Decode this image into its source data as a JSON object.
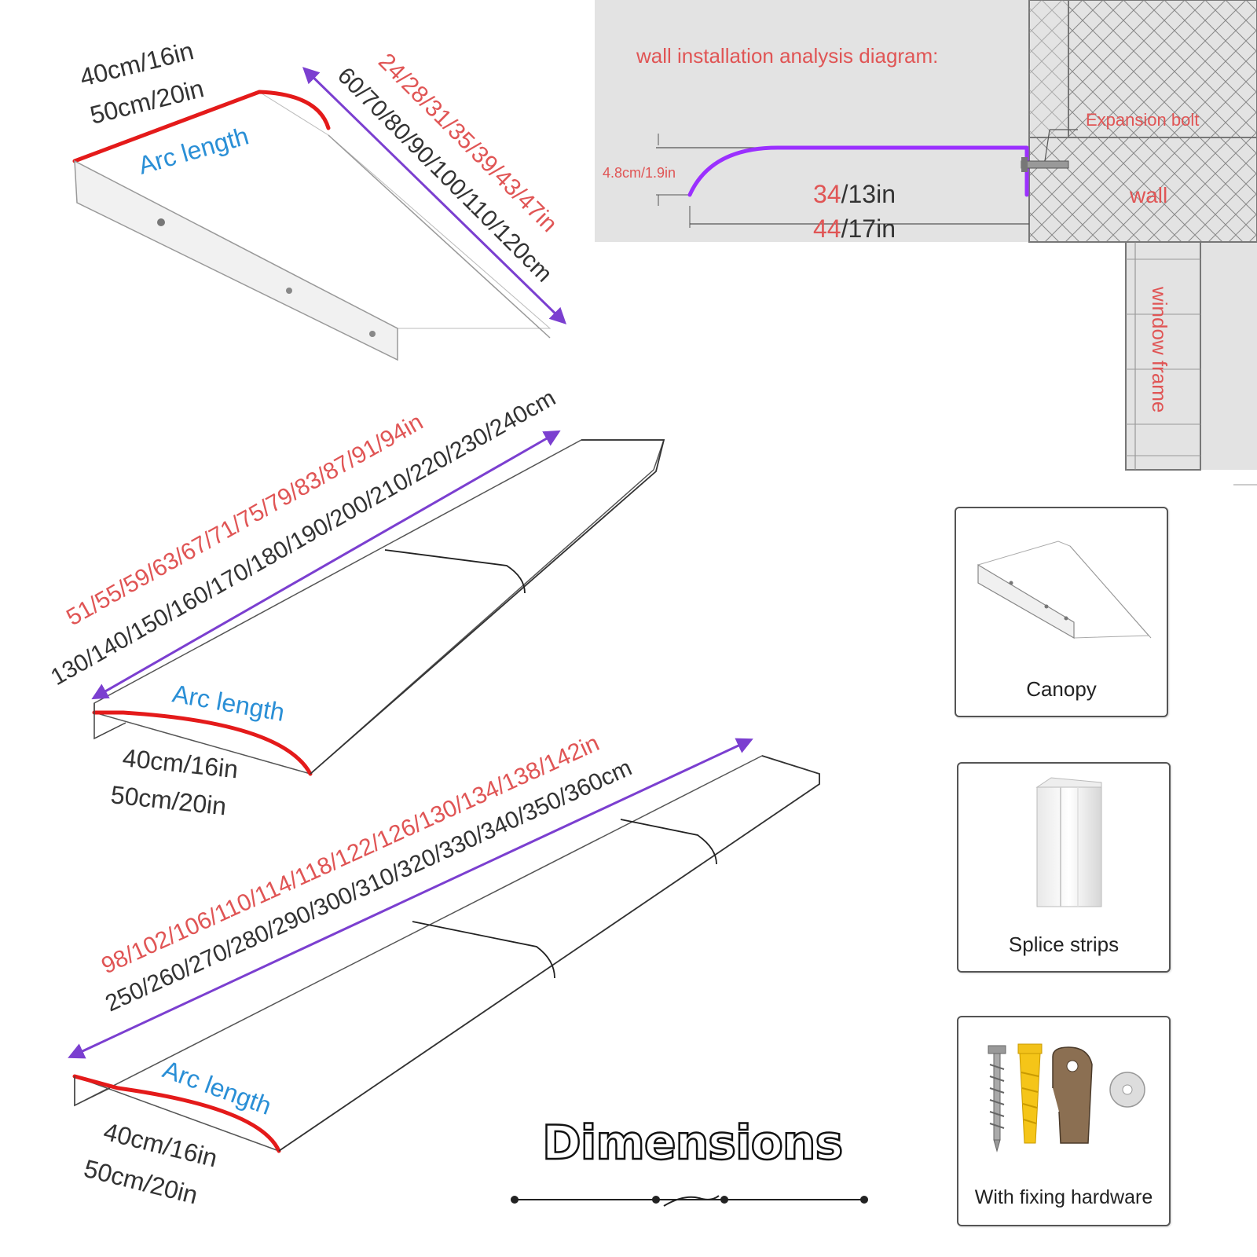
{
  "diagram": {
    "title": "Dimensions",
    "colors": {
      "red_label": "#e05555",
      "gray_label": "#333333",
      "blue_label": "#2a8fd6",
      "arrow": "#7b3fd0",
      "arc_red": "#e41a1a",
      "profile_purple": "#9b30ff"
    }
  },
  "canopy_small": {
    "width_labels": [
      "40cm/16in",
      "50cm/20in"
    ],
    "arc_label": "Arc length",
    "length_in": "24/28/31/35/39/43/47in",
    "length_cm": "60/70/80/90/100/110/120cm"
  },
  "canopy_medium": {
    "length_in": "51/55/59/63/67/71/75/79/83/87/91/94in",
    "length_cm": "130/140/150/160/170/180/190/200/210/220/230/240cm",
    "arc_label": "Arc length",
    "width_labels": [
      "40cm/16in",
      "50cm/20in"
    ]
  },
  "canopy_large": {
    "length_in": "98/102/106/110/114/118/122/126/130/134/138/142in",
    "length_cm": "250/260/270/280/290/300/310/320/330/340/350/360cm",
    "arc_label": "Arc length",
    "width_labels": [
      "40cm/16in",
      "50cm/20in"
    ]
  },
  "wall_diagram": {
    "title": "wall installation analysis diagram:",
    "height_label": "4.8cm/1.9in",
    "expansion_bolt": "Expansion bolt",
    "wall": "wall",
    "window_frame": "window frame",
    "depth_1_red": "34",
    "depth_1_rest": "/13in",
    "depth_2_red": "44",
    "depth_2_rest": "/17in"
  },
  "components": [
    {
      "label": "Canopy",
      "icon": "canopy-icon"
    },
    {
      "label": "Splice strips",
      "icon": "splice-strip-icon"
    },
    {
      "label": "With fixing hardware",
      "icon": "hardware-icon"
    }
  ]
}
